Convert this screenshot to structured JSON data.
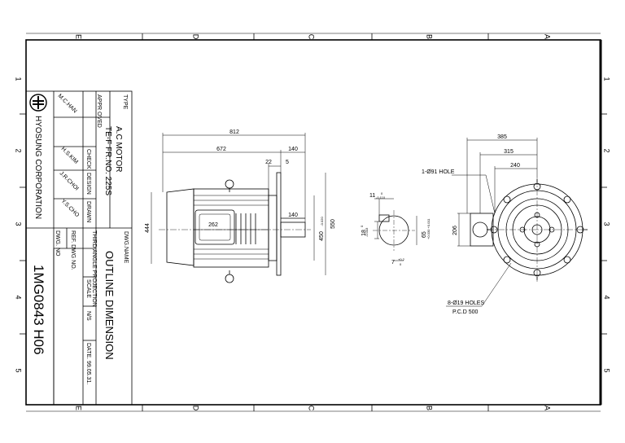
{
  "border": {
    "zones_top": [
      "E",
      "D",
      "C",
      "B",
      "A"
    ],
    "zones_side": [
      "1",
      "2",
      "3",
      "4",
      "5"
    ]
  },
  "title_block": {
    "type_label": "TYPE",
    "type_line1": "A.C MOTOR",
    "type_line2": "TE-F FR.NO. 225S",
    "appr_label": "APPR OVED",
    "appr_name": "M.C.HAN",
    "check_label": "CHECK",
    "check_name": "H.S.KIM",
    "design_label": "DESIGN",
    "design_name": "J.R.CHOI",
    "drawn_label": "DRAWN",
    "drawn_name": "Y.S.CHO",
    "company": "HYOSUNG CORPORATION",
    "dwg_name_label": "DWG.NAME",
    "dwg_name": "OUTLINE DIMENSION",
    "projection_label": "THIRD ANGLE PROJECTION",
    "scale_label": "SCALE",
    "scale_value": "N/S",
    "date_label": "DATE. 99.05.31.",
    "ref_label": "REF. DWG NO.",
    "dwg_no_label": "DWG. NO",
    "dwg_no": "1MG0843 H06"
  },
  "side_view": {
    "dim_overall": "812",
    "dim_body": "672",
    "dim_shaft": "140",
    "dim_flange_gap": "22",
    "dim_flange_thk": "5",
    "dim_bolt_spacing": "262",
    "dim_shaft_length": "140",
    "dim_height": "444",
    "dim_spigot": "450",
    "dim_spigot_tol": "-0.020",
    "dim_flange_dia": "550"
  },
  "shaft_view": {
    "dim_key_height": "11",
    "dim_key_height_tol": "-0.110",
    "dim_key_tol0": "0",
    "dim_key_width": "18",
    "dim_key_width_tol": "-0.043",
    "dim_key_width_tol0": "0",
    "dim_shaft_dia": "65",
    "dim_shaft_dia_tol": "+0.030 +0.011",
    "dim_depth": "7",
    "dim_depth_tol": "+0.2",
    "dim_depth_tol0": "0"
  },
  "end_view": {
    "dim_385": "385",
    "dim_315": "315",
    "dim_240": "240",
    "dim_206": "206",
    "hole_note": "1-Ø91 HOLE",
    "bolt_note": "8-Ø19 HOLES",
    "pcd_note": "P.C.D 500"
  }
}
